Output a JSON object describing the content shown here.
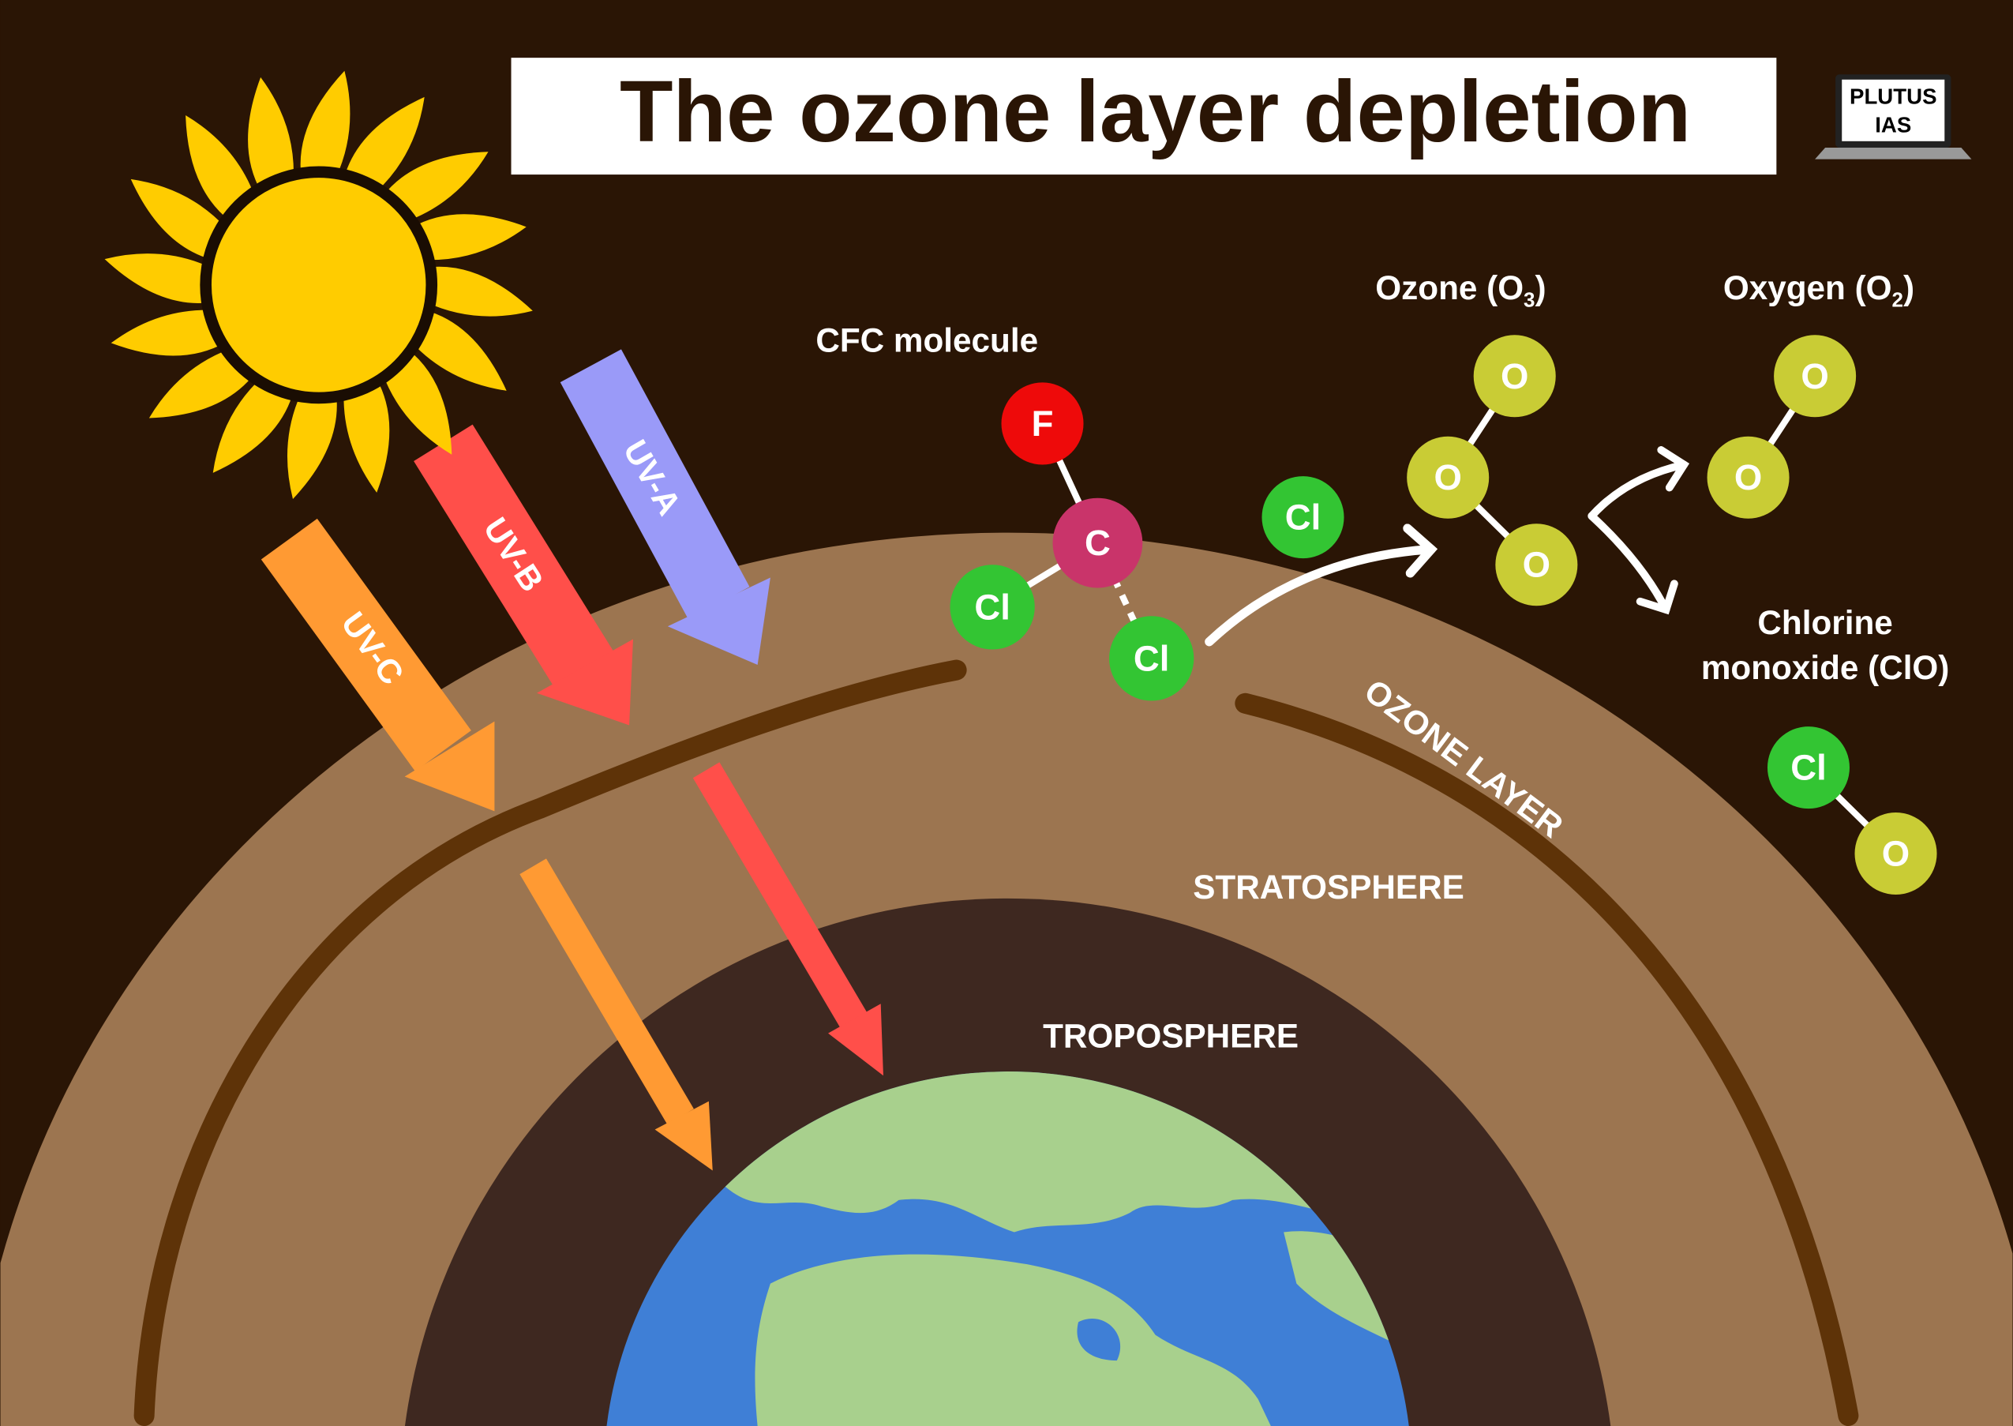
{
  "title": "The ozone layer depletion",
  "logo": {
    "line1": "PLUTUS",
    "line2": "IAS"
  },
  "rays": {
    "uvc": "UV-C",
    "uvb": "UV-B",
    "uva": "UV-A"
  },
  "labels": {
    "cfc": "CFC molecule",
    "ozone": {
      "text": "Ozone (O",
      "sub": "3",
      "close": ")"
    },
    "oxygen": {
      "text": "Oxygen (O",
      "sub": "2",
      "close": ")"
    },
    "clo_line1": "Chlorine",
    "clo_line2": "monoxide (ClO)",
    "ozone_layer": "OZONE LAYER",
    "stratosphere": "STRATOSPHERE",
    "troposphere": "TROPOSPHERE"
  },
  "atoms": {
    "F": "F",
    "C": "C",
    "Cl": "Cl",
    "O": "O"
  },
  "colors": {
    "background": "#2a1505",
    "stratosphere": "#9c7550",
    "troposphere": "#3e2820",
    "ozone_band": "#5e3308",
    "uvc": "#ff9a33",
    "uvb": "#ff4f4a",
    "uva": "#9a9af8",
    "ocean": "#3f7fd6",
    "land": "#a8d08d",
    "chlorine": "#33c533",
    "carbon": "#c9346a",
    "fluorine": "#ee0a0a",
    "oxygen": "#c9cc35"
  }
}
